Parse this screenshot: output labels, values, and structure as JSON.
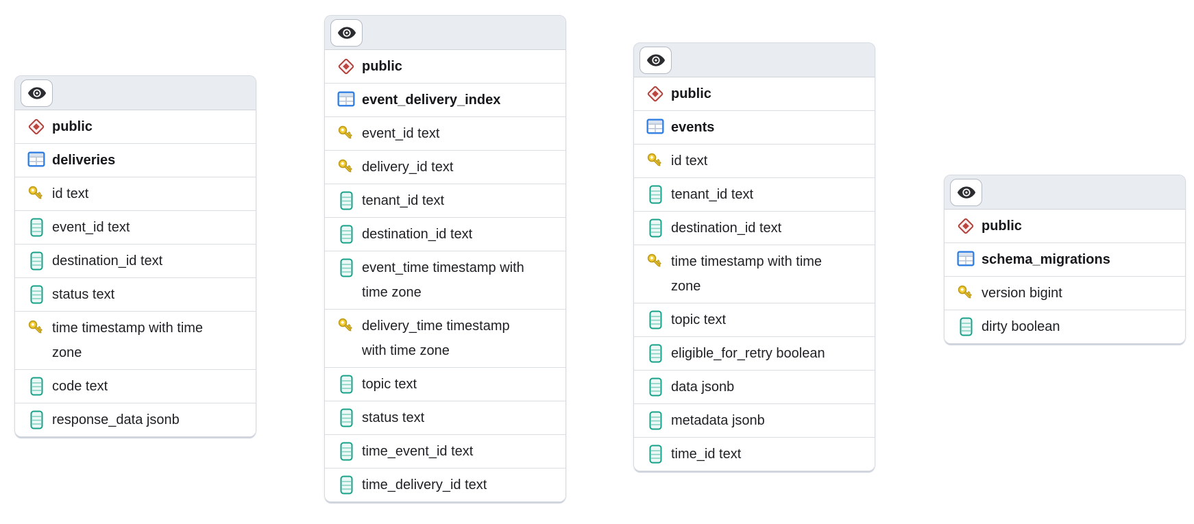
{
  "diagram_title": "database schema diagram",
  "colors": {
    "canvas_background": "#ffffff",
    "card_header_background": "#e9ecf0",
    "card_border": "#d6dae1",
    "row_divider": "#dadde2",
    "text": "#1e2024",
    "schema_icon_red": "#b2413c",
    "table_icon_blue": "#2f7de0",
    "primary_key_gold": "#f2cd35",
    "column_icon_teal": "#16a189",
    "eye_icon_dark": "#2a2c30"
  },
  "icon_legend": {
    "eye-icon": "visibility toggle",
    "schema-icon": "red diamond schema marker",
    "table-icon": "blue table grid marker",
    "primary-key-icon": "gold key for primary key columns",
    "column-icon": "teal column marker"
  },
  "cards": [
    {
      "schema": "public",
      "table": "deliveries",
      "columns": [
        {
          "label": "id text",
          "primary_key": true
        },
        {
          "label": "event_id text",
          "primary_key": false
        },
        {
          "label": "destination_id text",
          "primary_key": false
        },
        {
          "label": "status text",
          "primary_key": false
        },
        {
          "label": "time timestamp with time zone",
          "primary_key": true
        },
        {
          "label": "code text",
          "primary_key": false
        },
        {
          "label": "response_data jsonb",
          "primary_key": false
        }
      ]
    },
    {
      "schema": "public",
      "table": "event_delivery_index",
      "columns": [
        {
          "label": "event_id text",
          "primary_key": true
        },
        {
          "label": "delivery_id text",
          "primary_key": true
        },
        {
          "label": "tenant_id text",
          "primary_key": false
        },
        {
          "label": "destination_id text",
          "primary_key": false
        },
        {
          "label": "event_time timestamp with time zone",
          "primary_key": false
        },
        {
          "label": "delivery_time timestamp with time zone",
          "primary_key": true
        },
        {
          "label": "topic text",
          "primary_key": false
        },
        {
          "label": "status text",
          "primary_key": false
        },
        {
          "label": "time_event_id text",
          "primary_key": false
        },
        {
          "label": "time_delivery_id text",
          "primary_key": false
        }
      ]
    },
    {
      "schema": "public",
      "table": "events",
      "columns": [
        {
          "label": "id text",
          "primary_key": true
        },
        {
          "label": "tenant_id text",
          "primary_key": false
        },
        {
          "label": "destination_id text",
          "primary_key": false
        },
        {
          "label": "time timestamp with time zone",
          "primary_key": true
        },
        {
          "label": "topic text",
          "primary_key": false
        },
        {
          "label": "eligible_for_retry boolean",
          "primary_key": false
        },
        {
          "label": "data jsonb",
          "primary_key": false
        },
        {
          "label": "metadata jsonb",
          "primary_key": false
        },
        {
          "label": "time_id text",
          "primary_key": false
        }
      ]
    },
    {
      "schema": "public",
      "table": "schema_migrations",
      "columns": [
        {
          "label": "version bigint",
          "primary_key": true
        },
        {
          "label": "dirty boolean",
          "primary_key": false
        }
      ]
    }
  ]
}
